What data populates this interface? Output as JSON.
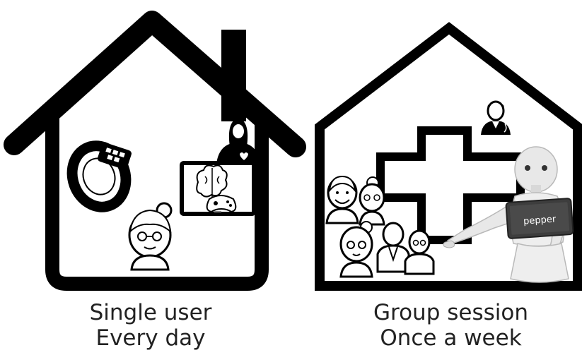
{
  "home": {
    "caption_line1": "Single user",
    "caption_line2": "Every day"
  },
  "clinic": {
    "caption_line1": "Group session",
    "caption_line2": "Once a week",
    "robot_screen_label": "pepper"
  },
  "colors": {
    "outline": "#000000",
    "background": "#ffffff",
    "robot_body": "#e8e8e8",
    "robot_screen": "#3d3d3d"
  },
  "icons": [
    "smart-bracelet-icon",
    "caregiver-icon",
    "brain-game-tablet-icon",
    "elderly-woman-icon",
    "doctor-icon",
    "medical-cross-icon",
    "elderly-group-icon",
    "pepper-robot-icon"
  ]
}
